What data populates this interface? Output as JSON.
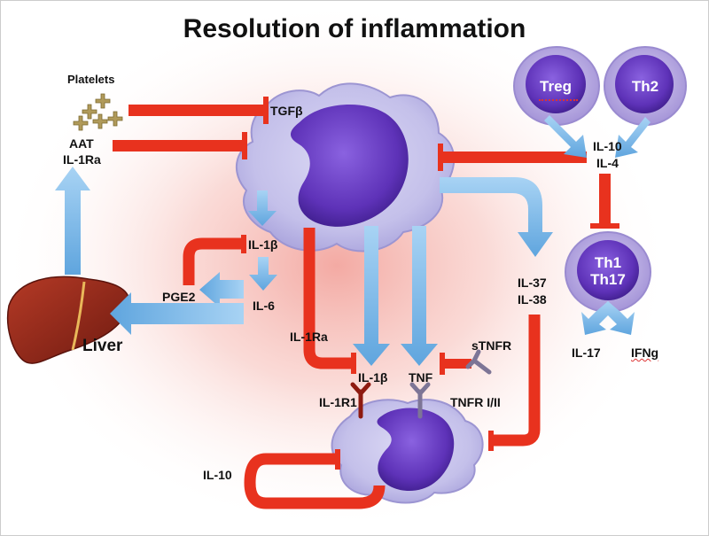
{
  "title": "Resolution of inflammation",
  "cells": {
    "treg": "Treg",
    "th2": "Th2",
    "th1": "Th1",
    "th17": "Th17"
  },
  "labels": {
    "platelets": "Platelets",
    "aat": "AAT",
    "il1ra_left": "IL-1Ra",
    "tgfb": "TGFβ",
    "il10_top": "IL-10",
    "il4": "IL-4",
    "il1b_mid": "IL-1β",
    "il6": "IL-6",
    "pge2": "PGE2",
    "liver": "Liver",
    "il37": "IL-37",
    "il38": "IL-38",
    "il17": "IL-17",
    "ifng": "IFNg",
    "il1ra_mid": "IL-1Ra",
    "stnfr": "sTNFR",
    "il1b_low": "IL-1β",
    "tnf": "TNF",
    "il1r1": "IL-1R1",
    "tnfr": "TNFR I/II",
    "il10_bottom": "IL-10"
  },
  "colors": {
    "inhibit": "#e8321e",
    "stimulate": "#8ec3ea",
    "cell_body": "#c8c4ec",
    "nucleus": "#6a3ec8",
    "glow": "#f7b3ac"
  }
}
